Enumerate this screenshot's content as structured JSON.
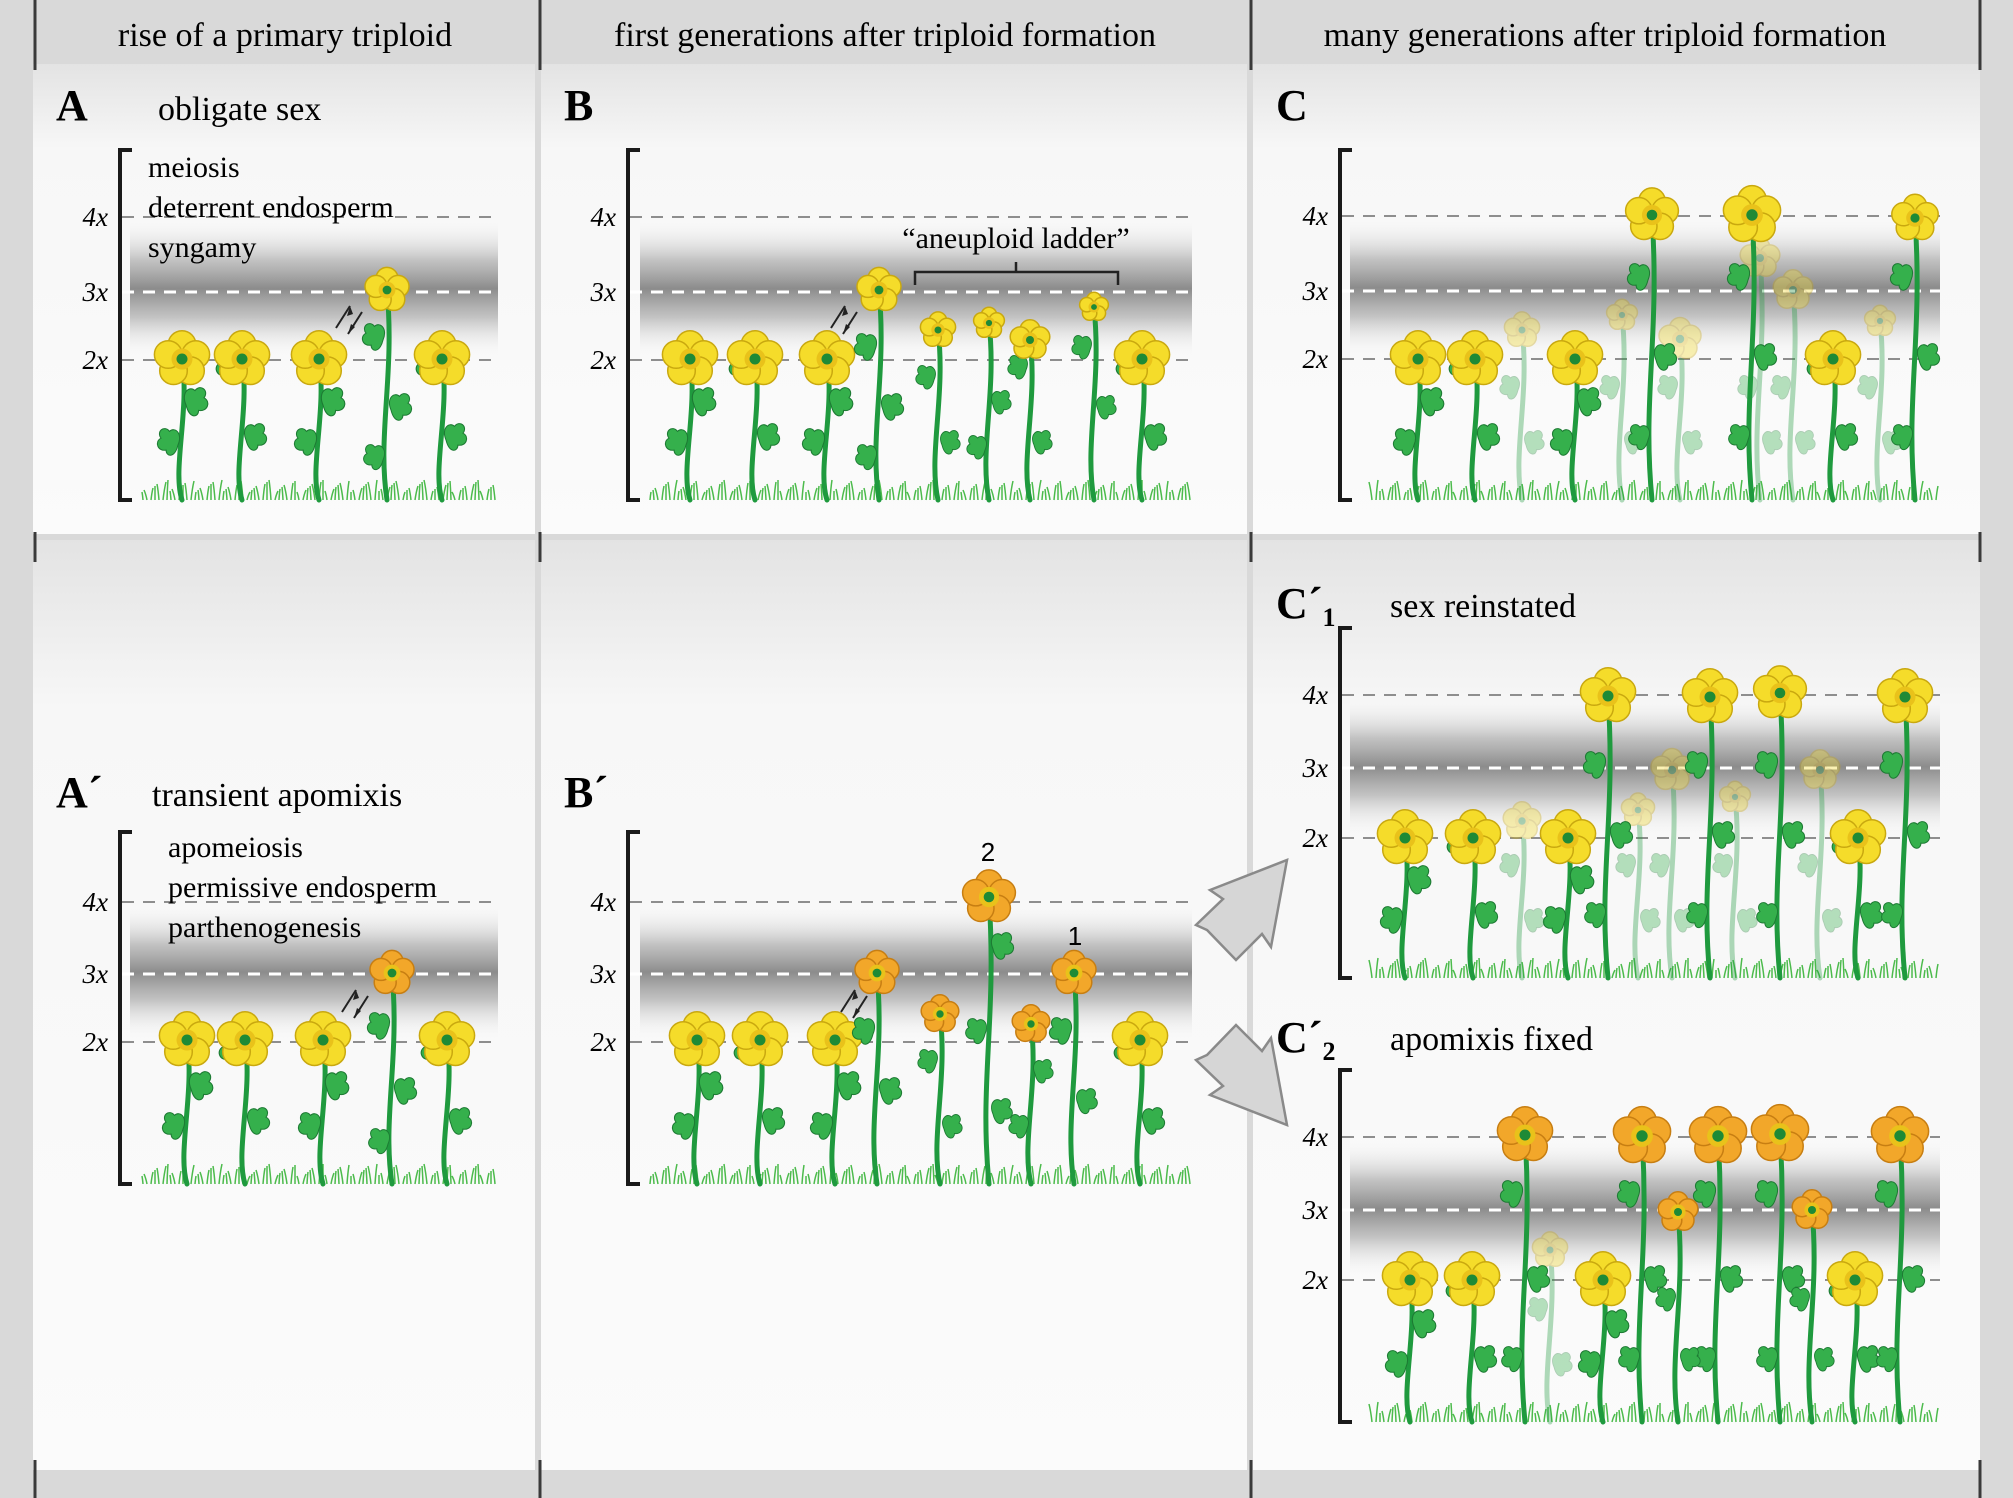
{
  "columns": {
    "col1": "rise of a primary triploid",
    "col2": "first generations after triploid formation",
    "col3": "many generations after triploid formation"
  },
  "ploidy": {
    "p4": "4x",
    "p3": "3x",
    "p2": "2x"
  },
  "panels": {
    "A": {
      "letter": "A",
      "title": "obligate sex",
      "notes": [
        "meiosis",
        "deterrent endosperm",
        "syngamy"
      ]
    },
    "B": {
      "letter": "B",
      "bracket_label": "“aneuploid ladder”"
    },
    "C": {
      "letter": "C"
    },
    "Ap": {
      "letter": "A´",
      "title": "transient apomixis",
      "notes": [
        "apomeiosis",
        "permissive endosperm",
        "parthenogenesis"
      ]
    },
    "Bp": {
      "letter": "B´",
      "marker1": "1",
      "marker2": "2"
    },
    "C1": {
      "letter": "C´",
      "sub": "1",
      "title": "sex reinstated"
    },
    "C2": {
      "letter": "C´",
      "sub": "2",
      "title": "apomixis fixed"
    }
  },
  "colors": {
    "sexual_flower": "#f5dc2a",
    "apomictic_flower": "#f2a72a",
    "stem": "#1f9a3e",
    "leaf": "#35b04c",
    "band": "#8c8c8c",
    "arrow": "#d0d0d0"
  },
  "icons": [
    "flower-icon",
    "leaf-icon",
    "grass-icon",
    "double-arrow-icon",
    "block-arrow-icon"
  ]
}
